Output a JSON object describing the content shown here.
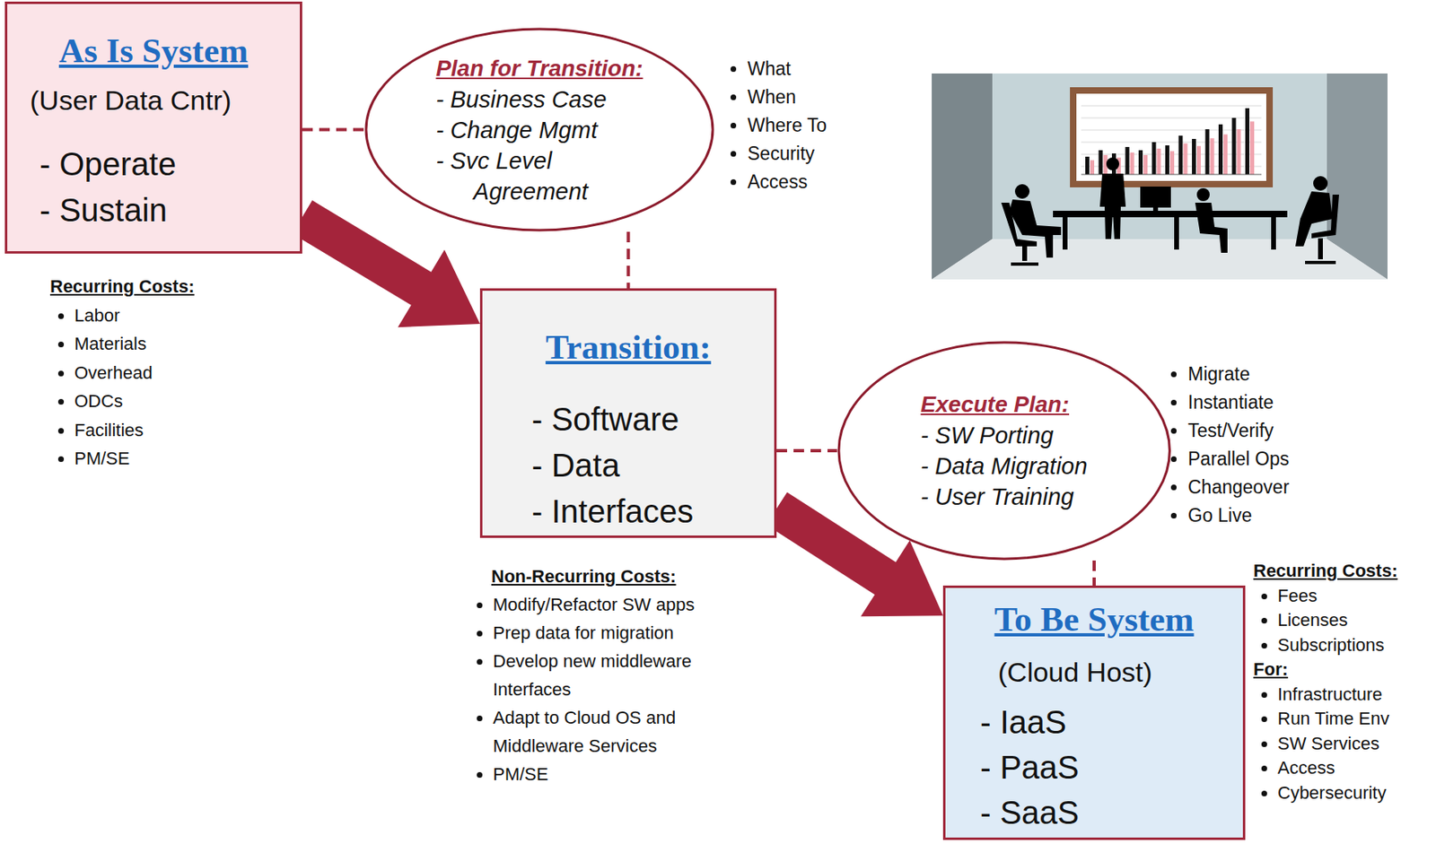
{
  "diagram": {
    "nodes": [
      {
        "text": [
          "As Is System",
          "(User Data Cntr)",
          "- Operate",
          "- Sustain"
        ]
      },
      {
        "text": [
          "Plan for Transition:",
          "- Business Case",
          "- Change Mgmt",
          "- Svc Level Agreement"
        ]
      },
      {
        "text": [
          "Transition:",
          "- Software",
          "- Data",
          "- Interfaces"
        ]
      },
      {
        "text": [
          "Execute Plan:",
          "- SW Porting",
          "- Data Migration",
          "- User Training"
        ]
      },
      {
        "text": [
          "To Be System",
          "(Cloud Host)",
          "- IaaS",
          "- PaaS",
          "- SaaS"
        ]
      }
    ],
    "edges": [
      {
        "from": 0,
        "to": 1,
        "arrow": "none"
      },
      {
        "from": 1,
        "to": 2,
        "arrow": "none"
      },
      {
        "from": 2,
        "to": 3,
        "arrow": "none"
      },
      {
        "from": 3,
        "to": 4,
        "arrow": "none"
      },
      {
        "from": 0,
        "to": 2,
        "arrow": "to"
      },
      {
        "from": 2,
        "to": 4,
        "arrow": "to"
      }
    ],
    "labels": [
      "What",
      "When",
      "Where To",
      "Security",
      "Access",
      "Recurring Costs:",
      "Labor",
      "Materials",
      "Overhead",
      "ODCs",
      "Facilities",
      "PM/SE",
      "Non-Recurring Costs:",
      "Modify/Refactor SW apps",
      "Prep data for migration",
      "Develop new middleware Interfaces",
      "Adapt to Cloud OS and Middleware Services",
      "PM/SE",
      "Migrate",
      "Instantiate",
      "Test/Verify",
      "Parallel Ops",
      "Changeover",
      "Go Live",
      "Recurring Costs:",
      "Fees",
      "Licenses",
      "Subscriptions",
      "For:",
      "Infrastructure",
      "Run Time Env",
      "SW Services",
      "Access",
      "Cybersecurity"
    ]
  }
}
